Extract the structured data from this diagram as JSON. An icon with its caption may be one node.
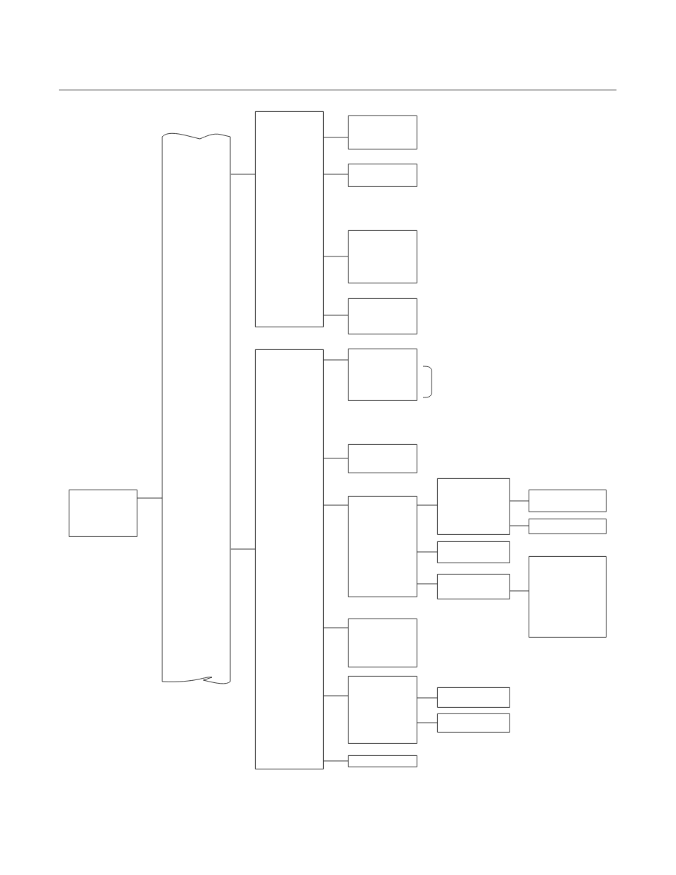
{
  "diagram": {
    "nodes": [
      {
        "text": [],
        "shape": "box"
      },
      {
        "text": [],
        "shape": "band"
      },
      {
        "text": [],
        "shape": "box"
      },
      {
        "text": [],
        "shape": "box"
      },
      {
        "text": [],
        "shape": "box"
      },
      {
        "text": [],
        "shape": "box"
      },
      {
        "text": [],
        "shape": "box"
      },
      {
        "text": [],
        "shape": "box"
      },
      {
        "text": [],
        "shape": "box"
      },
      {
        "text": [],
        "shape": "box"
      },
      {
        "text": [],
        "shape": "box"
      },
      {
        "text": [],
        "shape": "box"
      },
      {
        "text": [],
        "shape": "box"
      },
      {
        "text": [],
        "shape": "box"
      },
      {
        "text": [],
        "shape": "box"
      },
      {
        "text": [],
        "shape": "box"
      },
      {
        "text": [],
        "shape": "box"
      },
      {
        "text": [],
        "shape": "box"
      },
      {
        "text": [],
        "shape": "box"
      },
      {
        "text": [],
        "shape": "box"
      },
      {
        "text": [],
        "shape": "box"
      },
      {
        "text": [],
        "shape": "box"
      }
    ],
    "edges": [
      {
        "from": 0,
        "to": 1,
        "arrow": "none"
      },
      {
        "from": 1,
        "to": 2,
        "arrow": "none"
      },
      {
        "from": 1,
        "to": 7,
        "arrow": "none"
      },
      {
        "from": 2,
        "to": 3,
        "arrow": "none"
      },
      {
        "from": 2,
        "to": 4,
        "arrow": "none"
      },
      {
        "from": 2,
        "to": 5,
        "arrow": "none"
      },
      {
        "from": 2,
        "to": 6,
        "arrow": "none"
      },
      {
        "from": 7,
        "to": 8,
        "arrow": "none"
      },
      {
        "from": 7,
        "to": 9,
        "arrow": "none"
      },
      {
        "from": 7,
        "to": 10,
        "arrow": "none"
      },
      {
        "from": 7,
        "to": 17,
        "arrow": "none"
      },
      {
        "from": 7,
        "to": 18,
        "arrow": "none"
      },
      {
        "from": 7,
        "to": 21,
        "arrow": "none"
      },
      {
        "from": 10,
        "to": 11,
        "arrow": "none"
      },
      {
        "from": 10,
        "to": 14,
        "arrow": "none"
      },
      {
        "from": 10,
        "to": 15,
        "arrow": "none"
      },
      {
        "from": 11,
        "to": 12,
        "arrow": "none"
      },
      {
        "from": 11,
        "to": 13,
        "arrow": "none"
      },
      {
        "from": 15,
        "to": 16,
        "arrow": "none"
      },
      {
        "from": 18,
        "to": 19,
        "arrow": "none"
      },
      {
        "from": 18,
        "to": 20,
        "arrow": "none"
      }
    ]
  }
}
